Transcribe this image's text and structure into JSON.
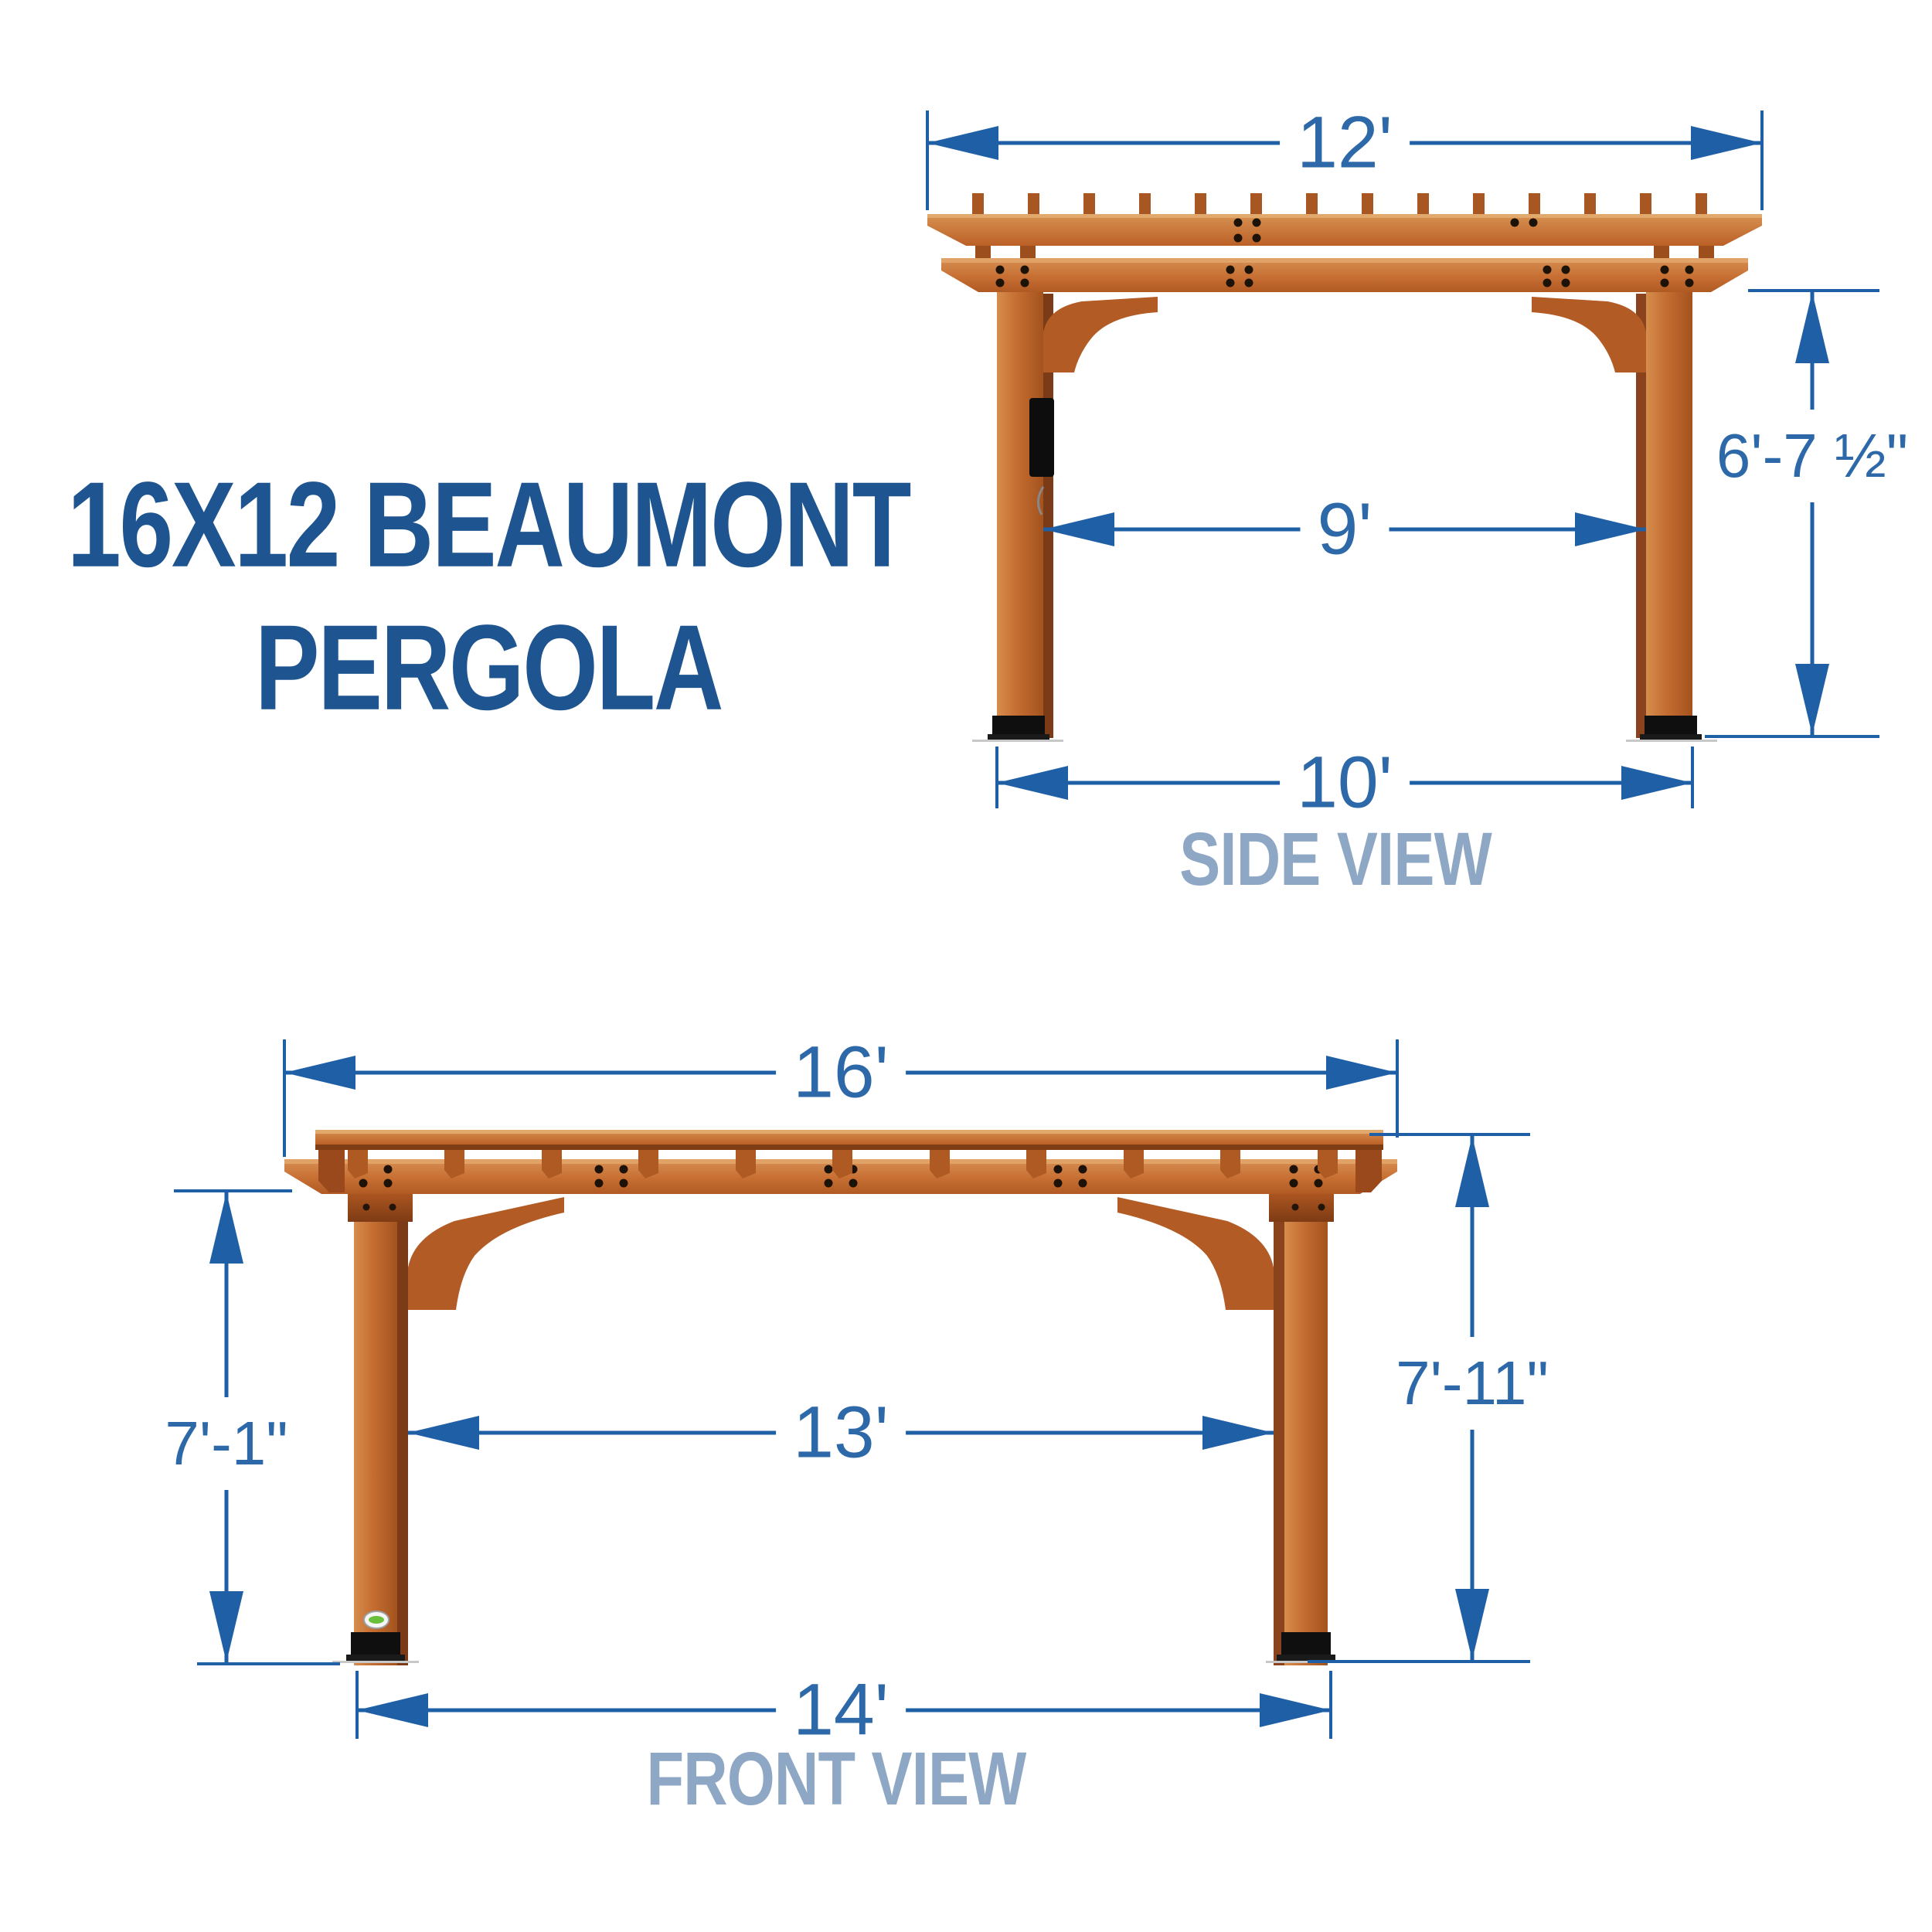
{
  "title": {
    "line1": "16X12 BEAUMONT",
    "line2": "PERGOLA"
  },
  "side_view": {
    "label": "SIDE VIEW",
    "dim_top": "12'",
    "dim_span": "9'",
    "dim_base": "10'",
    "dim_height": "6'-7 ½\""
  },
  "front_view": {
    "label": "FRONT VIEW",
    "dim_top": "16'",
    "dim_span": "13'",
    "dim_base": "14'",
    "dim_left_height": "7'-1\"",
    "dim_right_height": "7'-11\""
  },
  "colors": {
    "dimension_blue": "#1f5fa6",
    "dimension_text_blue": "#2d68a8",
    "title_navy": "#1e5490",
    "view_label_blue": "#8ea7c5",
    "wood_mid": "#c46c31"
  }
}
